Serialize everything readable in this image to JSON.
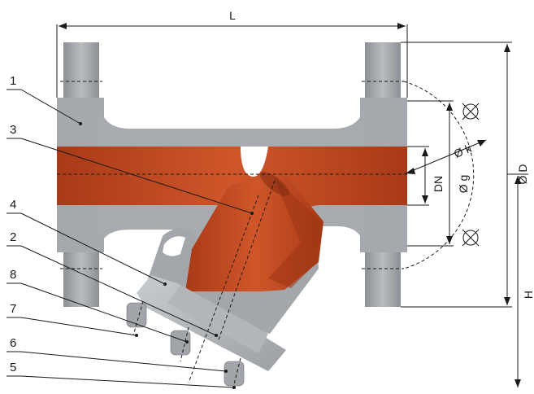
{
  "dimensions": {
    "length": "L",
    "flange_diameter": "Ø D",
    "bolt_circle": "Ø k",
    "bore": "Ø g",
    "nominal_size": "DN",
    "height": "H"
  },
  "callouts": [
    {
      "num": "1"
    },
    {
      "num": "3"
    },
    {
      "num": "4"
    },
    {
      "num": "2"
    },
    {
      "num": "8"
    },
    {
      "num": "7"
    },
    {
      "num": "6"
    },
    {
      "num": "5"
    }
  ],
  "colors": {
    "body_grey": "#9a9ea3",
    "body_grey_light": "#c4c7ca",
    "flow_red": "#c2481f",
    "flow_red_dark": "#8f2e12",
    "line": "#1a1a1a"
  }
}
